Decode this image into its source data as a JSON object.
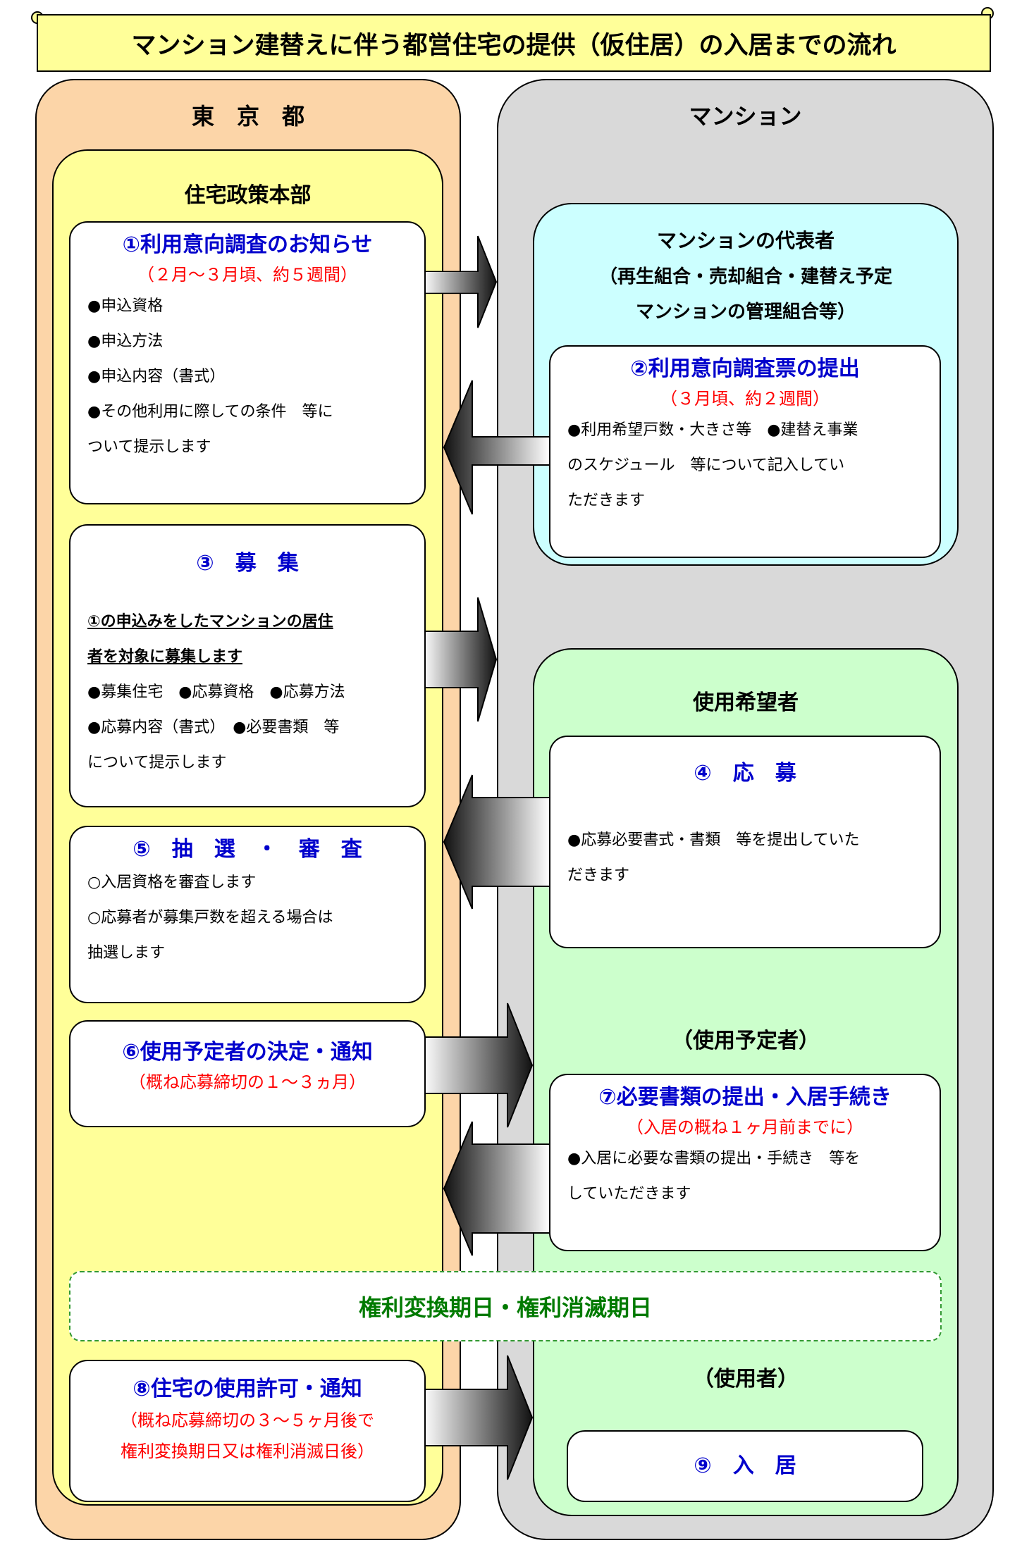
{
  "title": "マンション建替えに伴う都営住宅の提供（仮住居）の入居までの流れ",
  "tokyo": {
    "header": "東　京　都",
    "dept": "住宅政策本部"
  },
  "mansion": {
    "header": "マンション",
    "rep": {
      "title": "マンションの代表者",
      "sub1": "（再生組合・売却組合・建替え予定",
      "sub2": "マンションの管理組合等）"
    },
    "applicant_title": "使用希望者",
    "planned_label": "（使用予定者）",
    "user_label": "（使用者）"
  },
  "steps": {
    "s1": {
      "title": "①利用意向調査のお知らせ",
      "sub": "（２月～３月頃、約５週間）",
      "lines": [
        "●申込資格",
        "●申込方法",
        "●申込内容（書式）",
        "●その他利用に際しての条件　等に",
        "ついて提示します"
      ]
    },
    "s2": {
      "title": "②利用意向調査票の提出",
      "sub": "（３月頃、約２週間）",
      "lines": [
        "●利用希望戸数・大きさ等　●建替え事業",
        "のスケジュール　等について記入してい",
        "ただきます"
      ]
    },
    "s3": {
      "title": "③　募　集",
      "ul1": "①の申込みをしたマンションの居住",
      "ul2": "者を対象に募集します",
      "lines": [
        "●募集住宅　●応募資格　●応募方法",
        "●応募内容（書式）　●必要書類　等",
        "について提示します"
      ]
    },
    "s4": {
      "title": "④　応　募",
      "lines": [
        "●応募必要書式・書類　等を提出していた",
        "だきます"
      ]
    },
    "s5": {
      "title": "⑤　抽　選　・　審　査",
      "lines": [
        "○入居資格を審査します",
        "○応募者が募集戸数を超える場合は",
        "抽選します"
      ]
    },
    "s6": {
      "title": "⑥使用予定者の決定・通知",
      "sub": "（概ね応募締切の１～３ヵ月）"
    },
    "s7": {
      "title": "⑦必要書類の提出・入居手続き",
      "sub": "（入居の概ね１ヶ月前までに）",
      "lines": [
        "●入居に必要な書類の提出・手続き　等を",
        "していただきます"
      ]
    },
    "milestone": "権利変換期日・権利消滅期日",
    "s8": {
      "title": "⑧住宅の使用許可・通知",
      "sub1": "（概ね応募締切の３～５ヶ月後で",
      "sub2": "権利変換期日又は権利消滅日後）"
    },
    "s9": {
      "title": "⑨　入　居"
    }
  },
  "colors": {
    "tokyo_bg": "#fcd5a8",
    "mansion_bg": "#d9d9d9",
    "dept_bg": "#ffff99",
    "rep_bg": "#ccffff",
    "applicant_bg": "#ccffcc",
    "step_title": "#0000cc",
    "step_sub": "#ff0000",
    "milestone": "#007a00"
  }
}
